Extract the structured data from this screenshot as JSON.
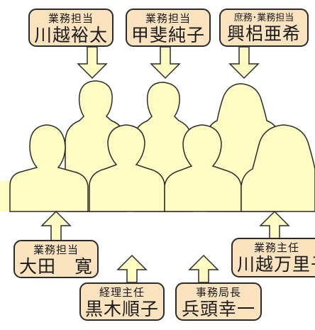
{
  "colors": {
    "label_fill": "#fbe3bf",
    "silhouette_fill": "#fefcc2",
    "arrow_fill": "#fefcc2",
    "outline": "#2b2b2b"
  },
  "people": [
    {
      "role": "業務担当",
      "name": "川越裕太"
    },
    {
      "role": "業務担当",
      "name": "甲斐純子"
    },
    {
      "role": "庶務･業務担当",
      "name": "興梠亜希"
    },
    {
      "role": "業務担当",
      "name": "大田　寛"
    },
    {
      "role": "経理主任",
      "name": "黒木順子"
    },
    {
      "role": "事務局長",
      "name": "兵頭幸一"
    },
    {
      "role": "業務主任",
      "name": "川越万里子"
    }
  ]
}
